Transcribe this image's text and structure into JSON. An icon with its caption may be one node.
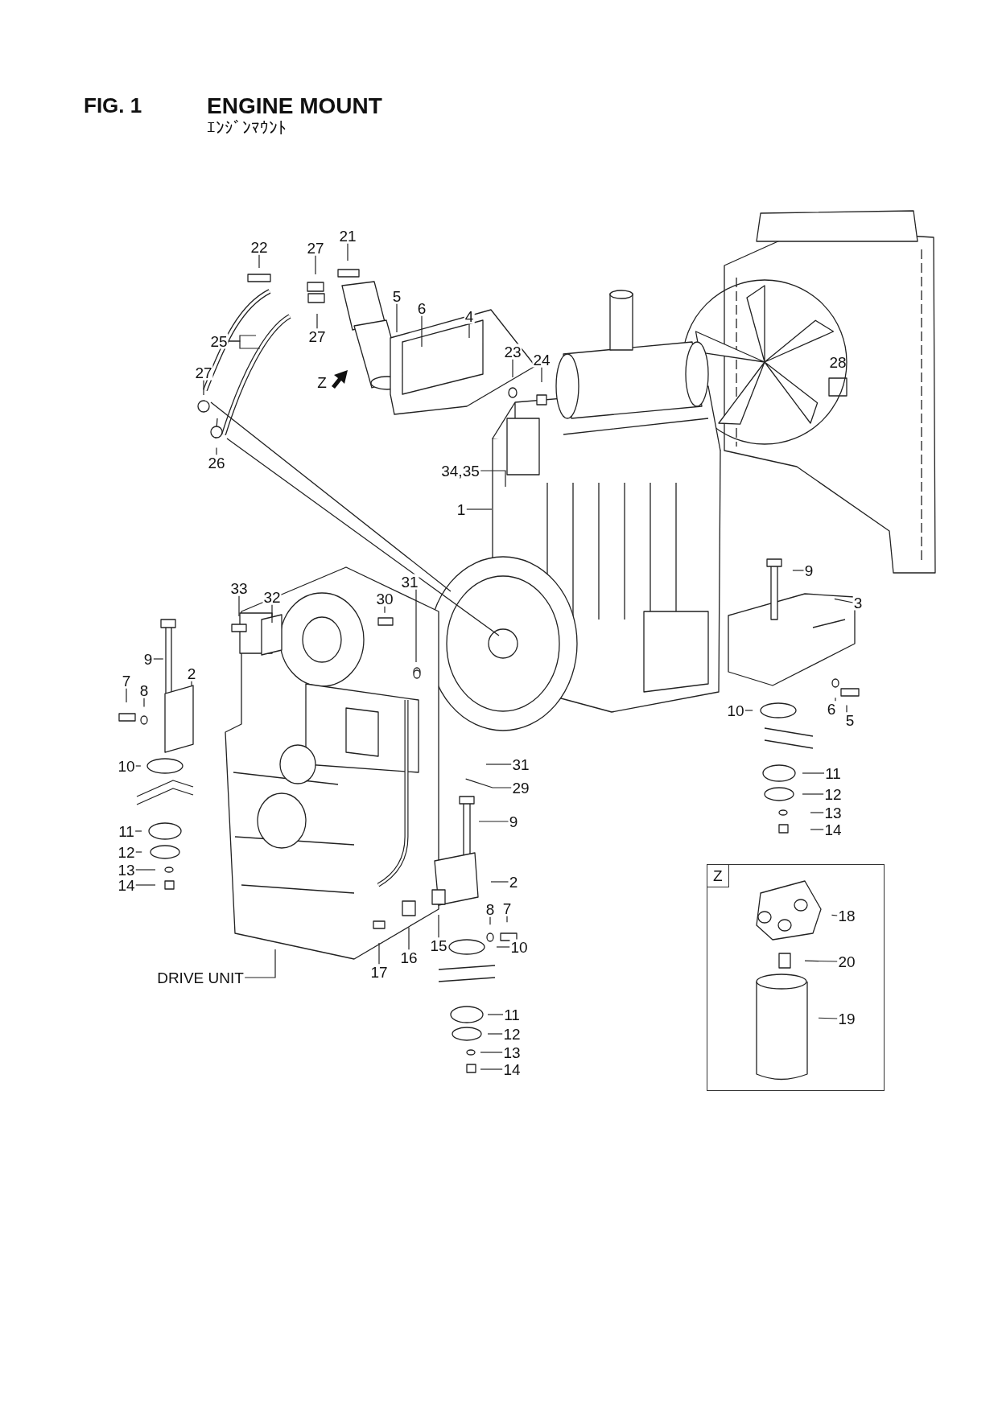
{
  "diagram": {
    "title": "ENGINE MOUNT",
    "nodes": [
      {
        "text": [
          "22"
        ]
      },
      {
        "text": [
          "27"
        ]
      },
      {
        "text": [
          "21"
        ]
      },
      {
        "text": [
          "5"
        ]
      },
      {
        "text": [
          "6"
        ]
      },
      {
        "text": [
          "4"
        ]
      },
      {
        "text": [
          "27"
        ]
      },
      {
        "text": [
          "25"
        ]
      },
      {
        "text": [
          "27"
        ]
      },
      {
        "text": [
          "23"
        ]
      },
      {
        "text": [
          "24"
        ]
      },
      {
        "text": [
          "26"
        ]
      },
      {
        "text": [
          "34,35"
        ]
      },
      {
        "text": [
          "1"
        ]
      },
      {
        "text": [
          "9"
        ]
      },
      {
        "text": [
          "3"
        ]
      },
      {
        "text": [
          "33"
        ]
      },
      {
        "text": [
          "32"
        ]
      },
      {
        "text": [
          "30"
        ]
      },
      {
        "text": [
          "31"
        ]
      },
      {
        "text": [
          "9"
        ]
      },
      {
        "text": [
          "2"
        ]
      },
      {
        "text": [
          "7"
        ]
      },
      {
        "text": [
          "8"
        ]
      },
      {
        "text": [
          "10"
        ]
      },
      {
        "text": [
          "6"
        ]
      },
      {
        "text": [
          "5"
        ]
      },
      {
        "text": [
          "10"
        ]
      },
      {
        "text": [
          "31"
        ]
      },
      {
        "text": [
          "29"
        ]
      },
      {
        "text": [
          "11"
        ]
      },
      {
        "text": [
          "12"
        ]
      },
      {
        "text": [
          "13"
        ]
      },
      {
        "text": [
          "14"
        ]
      },
      {
        "text": [
          "11"
        ]
      },
      {
        "text": [
          "12"
        ]
      },
      {
        "text": [
          "13"
        ]
      },
      {
        "text": [
          "14"
        ]
      },
      {
        "text": [
          "9"
        ]
      },
      {
        "text": [
          "2"
        ]
      },
      {
        "text": [
          "8"
        ]
      },
      {
        "text": [
          "7"
        ]
      },
      {
        "text": [
          "10"
        ]
      },
      {
        "text": [
          "17"
        ]
      },
      {
        "text": [
          "16"
        ]
      },
      {
        "text": [
          "15"
        ]
      },
      {
        "text": [
          "DRIVE UNIT"
        ]
      },
      {
        "text": [
          "11"
        ]
      },
      {
        "text": [
          "12"
        ]
      },
      {
        "text": [
          "13"
        ]
      },
      {
        "text": [
          "14"
        ]
      },
      {
        "text": [
          "Z"
        ]
      },
      {
        "text": [
          "18"
        ],
        "in": 51
      },
      {
        "text": [
          "20"
        ],
        "in": 51
      },
      {
        "text": [
          "19"
        ],
        "in": 51
      }
    ],
    "edges": [
      {
        "from": 0,
        "to": null,
        "arrow": "none"
      },
      {
        "from": 1,
        "to": null,
        "arrow": "none"
      },
      {
        "from": 2,
        "to": null,
        "arrow": "none"
      },
      {
        "from": 3,
        "to": null,
        "arrow": "none"
      },
      {
        "from": 4,
        "to": null,
        "arrow": "none"
      },
      {
        "from": 5,
        "to": null,
        "arrow": "none"
      },
      {
        "from": 6,
        "to": null,
        "arrow": "none"
      },
      {
        "from": 7,
        "to": null,
        "arrow": "none"
      },
      {
        "from": 7,
        "to": null,
        "arrow": "none"
      },
      {
        "from": 8,
        "to": null,
        "arrow": "none"
      },
      {
        "from": 9,
        "to": null,
        "arrow": "none"
      },
      {
        "from": 10,
        "to": null,
        "arrow": "none"
      },
      {
        "from": 11,
        "to": null,
        "arrow": "none"
      },
      {
        "from": 12,
        "to": null,
        "arrow": "none"
      },
      {
        "from": 13,
        "to": null,
        "arrow": "none"
      },
      {
        "from": 14,
        "to": null,
        "arrow": "none"
      },
      {
        "from": 15,
        "to": null,
        "arrow": "none"
      },
      {
        "from": 16,
        "to": null,
        "arrow": "none"
      },
      {
        "from": 17,
        "to": null,
        "arrow": "none"
      },
      {
        "from": 18,
        "to": null,
        "arrow": "none"
      },
      {
        "from": 19,
        "to": null,
        "arrow": "none"
      },
      {
        "from": 20,
        "to": null,
        "arrow": "none"
      },
      {
        "from": 21,
        "to": null,
        "arrow": "none"
      },
      {
        "from": 22,
        "to": null,
        "arrow": "none"
      },
      {
        "from": 23,
        "to": null,
        "arrow": "none"
      },
      {
        "from": 24,
        "to": null,
        "arrow": "none"
      },
      {
        "from": 25,
        "to": null,
        "arrow": "none"
      },
      {
        "from": 26,
        "to": null,
        "arrow": "none"
      },
      {
        "from": 27,
        "to": null,
        "arrow": "none"
      },
      {
        "from": 28,
        "to": null,
        "arrow": "none"
      },
      {
        "from": 29,
        "to": null,
        "arrow": "none"
      },
      {
        "from": 30,
        "to": null,
        "arrow": "none"
      },
      {
        "from": 31,
        "to": null,
        "arrow": "none"
      },
      {
        "from": 32,
        "to": null,
        "arrow": "none"
      },
      {
        "from": 33,
        "to": null,
        "arrow": "none"
      },
      {
        "from": 34,
        "to": null,
        "arrow": "none"
      },
      {
        "from": 35,
        "to": null,
        "arrow": "none"
      },
      {
        "from": 36,
        "to": null,
        "arrow": "none"
      },
      {
        "from": 37,
        "to": null,
        "arrow": "none"
      },
      {
        "from": 38,
        "to": null,
        "arrow": "none"
      },
      {
        "from": 39,
        "to": null,
        "arrow": "none"
      },
      {
        "from": 40,
        "to": null,
        "arrow": "none"
      },
      {
        "from": 41,
        "to": null,
        "arrow": "none"
      },
      {
        "from": 42,
        "to": null,
        "arrow": "none"
      },
      {
        "from": 43,
        "to": null,
        "arrow": "none"
      },
      {
        "from": 44,
        "to": null,
        "arrow": "none"
      },
      {
        "from": 45,
        "to": null,
        "arrow": "none"
      },
      {
        "from": 46,
        "to": null,
        "arrow": "none"
      },
      {
        "from": 47,
        "to": null,
        "arrow": "none"
      },
      {
        "from": 48,
        "to": null,
        "arrow": "none"
      },
      {
        "from": 49,
        "to": null,
        "arrow": "none"
      },
      {
        "from": 50,
        "to": null,
        "arrow": "none"
      },
      {
        "from": 52,
        "to": null,
        "arrow": "none"
      },
      {
        "from": 53,
        "to": null,
        "arrow": "none"
      },
      {
        "from": 54,
        "to": null,
        "arrow": "none"
      }
    ],
    "labels": [
      "FIG. 1",
      "ｴﾝｼﾞﾝﾏｳﾝﾄ",
      "Z",
      "28"
    ]
  }
}
